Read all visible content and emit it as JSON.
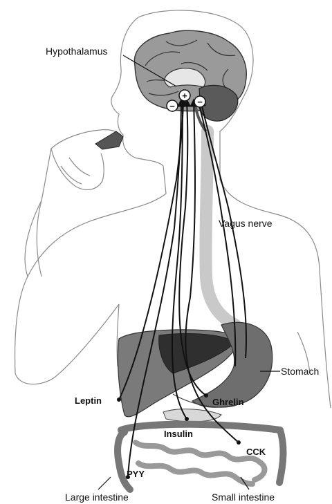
{
  "diagram": {
    "labels": {
      "hypothalamus": "Hypothalamus",
      "vagus": "Vagus nerve",
      "stomach": "Stomach",
      "leptin": "Leptin",
      "ghrelin": "Ghrelin",
      "insulin": "Insulin",
      "cck": "CCK",
      "pyy": "PYY",
      "large_intestine": "Large intestine",
      "small_intestine": "Small intestine"
    },
    "signals": [
      "−",
      "+",
      "−"
    ]
  }
}
